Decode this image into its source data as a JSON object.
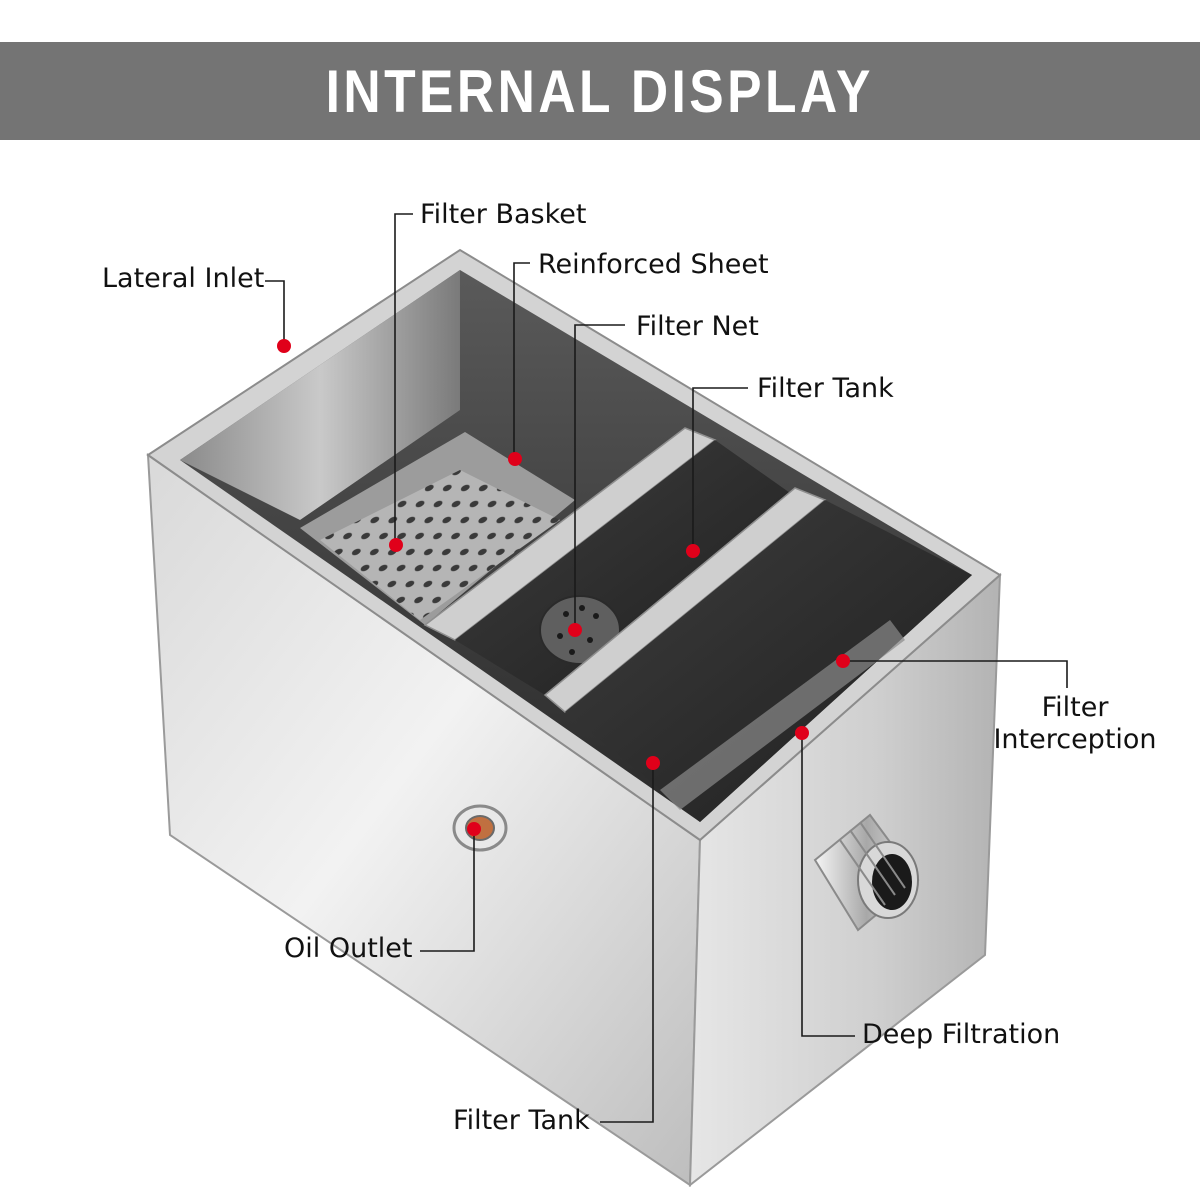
{
  "header": {
    "title": "INTERNAL DISPLAY"
  },
  "colors": {
    "banner": "#747474",
    "marker": "#e0001a",
    "leader": "#1a1a1a"
  },
  "labels": {
    "lateral_inlet": "Lateral Inlet",
    "filter_basket": "Filter Basket",
    "reinforced_sheet": "Reinforced Sheet",
    "filter_net": "Filter Net",
    "filter_tank_top": "Filter Tank",
    "filter_interception": "Filter\nInterception",
    "oil_outlet": "Oil Outlet",
    "deep_filtration": "Deep Filtration",
    "filter_tank_bottom": "Filter Tank"
  }
}
